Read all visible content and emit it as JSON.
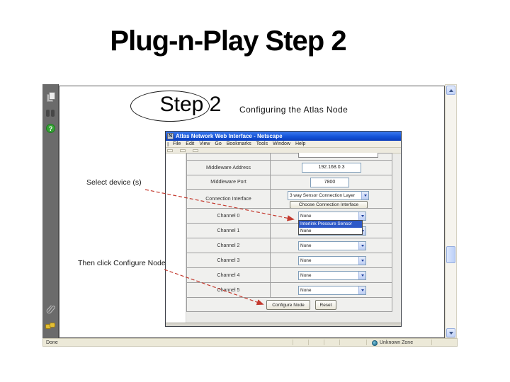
{
  "slide": {
    "title": "Plug-n-Play Step 2"
  },
  "content": {
    "step_label": "Step 2",
    "caption": "Configuring the Atlas Node",
    "annotation_select": "Select device (s)",
    "annotation_configure": "Then click Configure Node"
  },
  "viewer": {
    "status_done": "Done",
    "status_zone": "Unknown Zone",
    "sidebar_icons": [
      "pages-icon",
      "binoculars-icon",
      "help-icon",
      "paperclip-icon",
      "hands-icon"
    ]
  },
  "browser": {
    "title": "Atlas Network Web Interface - Netscape",
    "title_icon": "N",
    "menu": [
      "File",
      "Edit",
      "View",
      "Go",
      "Bookmarks",
      "Tools",
      "Window",
      "Help"
    ],
    "form": {
      "middleware_address_label": "Middleware Address",
      "middleware_address_value": "192.168.0.3",
      "middleware_port_label": "Middleware Port",
      "middleware_port_value": "7800",
      "connection_label": "Connection Interface",
      "connection_value": "3 way Sensor Connection Layer",
      "connection_button": "Choose Connection Interface",
      "channels": [
        {
          "label": "Channel 0",
          "value": "None"
        },
        {
          "label": "Channel 1",
          "value": "None"
        },
        {
          "label": "Channel 2",
          "value": "None"
        },
        {
          "label": "Channel 3",
          "value": "None"
        },
        {
          "label": "Channel 4",
          "value": "None"
        },
        {
          "label": "Channel 5",
          "value": "None"
        }
      ],
      "channel0_options": [
        "Interlink Pressure Sensor",
        "None"
      ],
      "configure_button": "Configure Node",
      "reset_button": "Reset"
    }
  },
  "colors": {
    "titlebar_blue": "#1453d8",
    "highlight_blue": "#2e59c8",
    "arrow_red": "#c4392e",
    "statusbar_beige": "#ece9d8",
    "sidebar_gray": "#6b6b6b",
    "help_green": "#35a335"
  }
}
